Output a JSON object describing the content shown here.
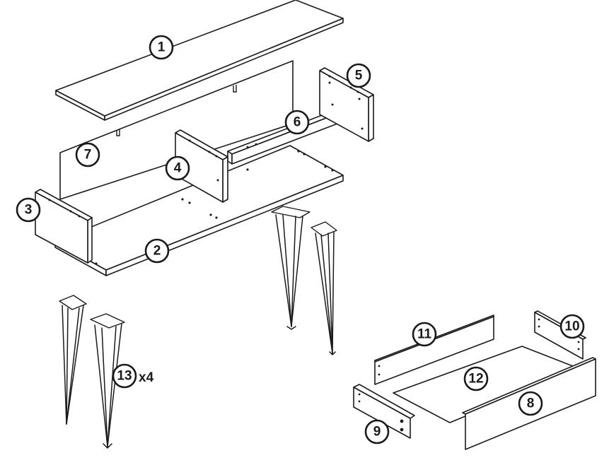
{
  "diagram": {
    "callouts": [
      {
        "id": "1",
        "label": "1"
      },
      {
        "id": "2",
        "label": "2"
      },
      {
        "id": "3",
        "label": "3"
      },
      {
        "id": "4",
        "label": "4"
      },
      {
        "id": "5",
        "label": "5"
      },
      {
        "id": "6",
        "label": "6"
      },
      {
        "id": "7",
        "label": "7"
      },
      {
        "id": "8",
        "label": "8"
      },
      {
        "id": "9",
        "label": "9"
      },
      {
        "id": "10",
        "label": "10"
      },
      {
        "id": "11",
        "label": "11"
      },
      {
        "id": "12",
        "label": "12"
      },
      {
        "id": "13",
        "label": "13"
      }
    ],
    "leg_quantity": "x4"
  }
}
